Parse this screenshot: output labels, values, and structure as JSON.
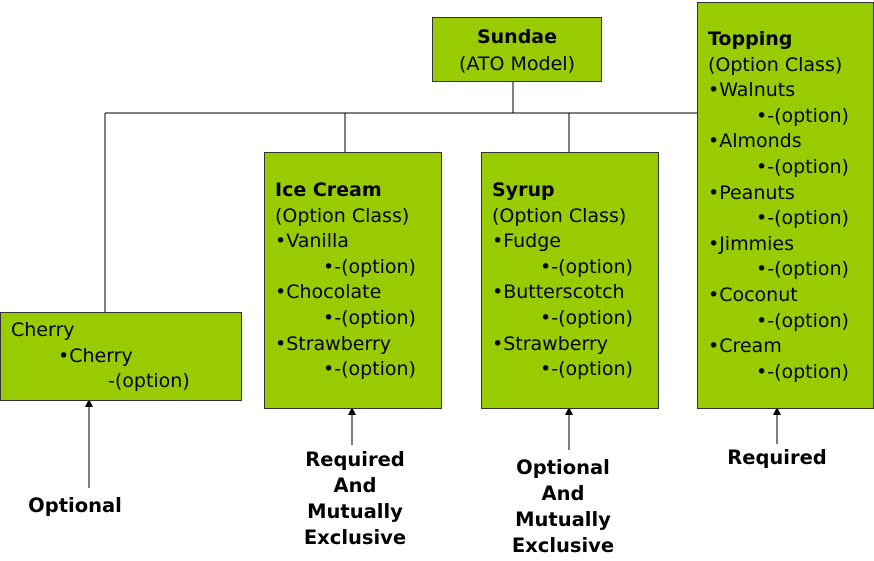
{
  "root": {
    "title": "Sundae",
    "subtitle": "(ATO Model)"
  },
  "cherry": {
    "title": "Cherry",
    "item": "•Cherry",
    "option": "-(option)",
    "note": "Optional"
  },
  "ice_cream": {
    "title": "Ice Cream",
    "subtitle": "(Option Class)",
    "items": [
      {
        "name": "•Vanilla",
        "option": "•-(option)"
      },
      {
        "name": "•Chocolate",
        "option": "•-(option)"
      },
      {
        "name": "•Strawberry",
        "option": "•-(option)"
      }
    ],
    "note": [
      "Required",
      "And",
      "Mutually",
      "Exclusive"
    ]
  },
  "syrup": {
    "title": "Syrup",
    "subtitle": "(Option Class)",
    "items": [
      {
        "name": "•Fudge",
        "option": "•-(option)"
      },
      {
        "name": "•Butterscotch",
        "option": "•-(option)"
      },
      {
        "name": "•Strawberry",
        "option": "•-(option)"
      }
    ],
    "note": [
      "Optional",
      "And",
      "Mutually",
      "Exclusive"
    ]
  },
  "topping": {
    "title": "Topping",
    "subtitle": "(Option Class)",
    "items": [
      {
        "name": "•Walnuts",
        "option": "•-(option)"
      },
      {
        "name": "•Almonds",
        "option": "•-(option)"
      },
      {
        "name": "•Peanuts",
        "option": "•-(option)"
      },
      {
        "name": "•Jimmies",
        "option": "•-(option)"
      },
      {
        "name": "•Coconut",
        "option": "•-(option)"
      },
      {
        "name": "•Cream",
        "option": "•-(option)"
      }
    ],
    "note": "Required"
  },
  "colors": {
    "box_fill": "#99cc00",
    "line": "#000000"
  }
}
